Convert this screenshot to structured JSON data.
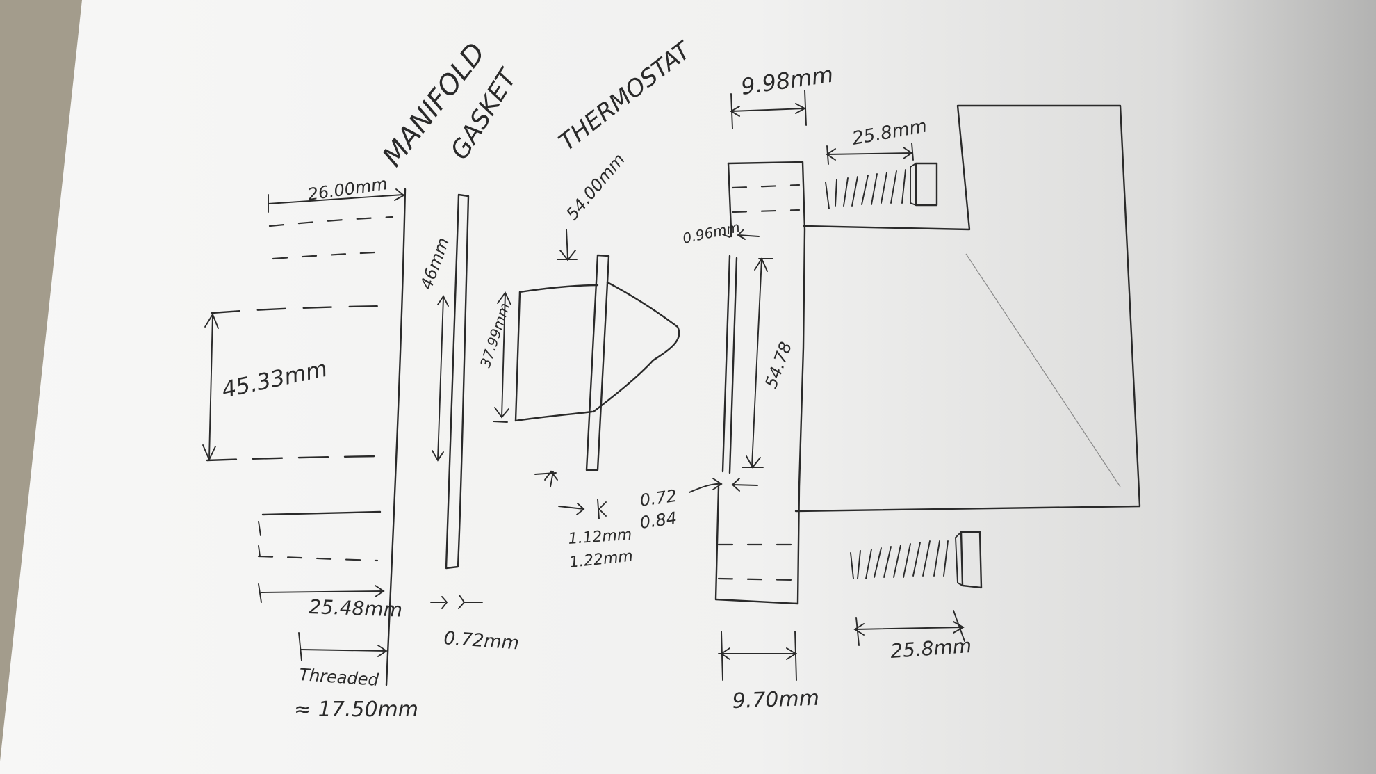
{
  "colors": {
    "paper": "#f4f4f3",
    "ink": "#2a2a2a",
    "countertop": "#a39c8c"
  },
  "parts": {
    "manifold": {
      "label": "MANIFOLD",
      "dims": {
        "width_top": "26.00mm",
        "opening": "45.33mm",
        "width_bottom": "25.48mm",
        "threaded": "Threaded",
        "threaded_len": "≈ 17.50mm"
      }
    },
    "gasket": {
      "label": "GASKET",
      "dims": {
        "height": "46mm",
        "thickness": "0.72mm"
      }
    },
    "thermostat": {
      "label": "THERMOSTAT",
      "dims": {
        "flange": "54.00mm",
        "body": "37.99mm",
        "wall_1": "1.12mm",
        "wall_2": "1.22mm"
      }
    },
    "housing": {
      "dims": {
        "top_width": "9.98mm",
        "lip": "0.96mm",
        "bore": "54.78",
        "gap_1": "0.72",
        "gap_2": "0.84",
        "bottom_width": "9.70mm",
        "bolt_top": "25.8mm",
        "bolt_bottom": "25.8mm"
      }
    }
  }
}
